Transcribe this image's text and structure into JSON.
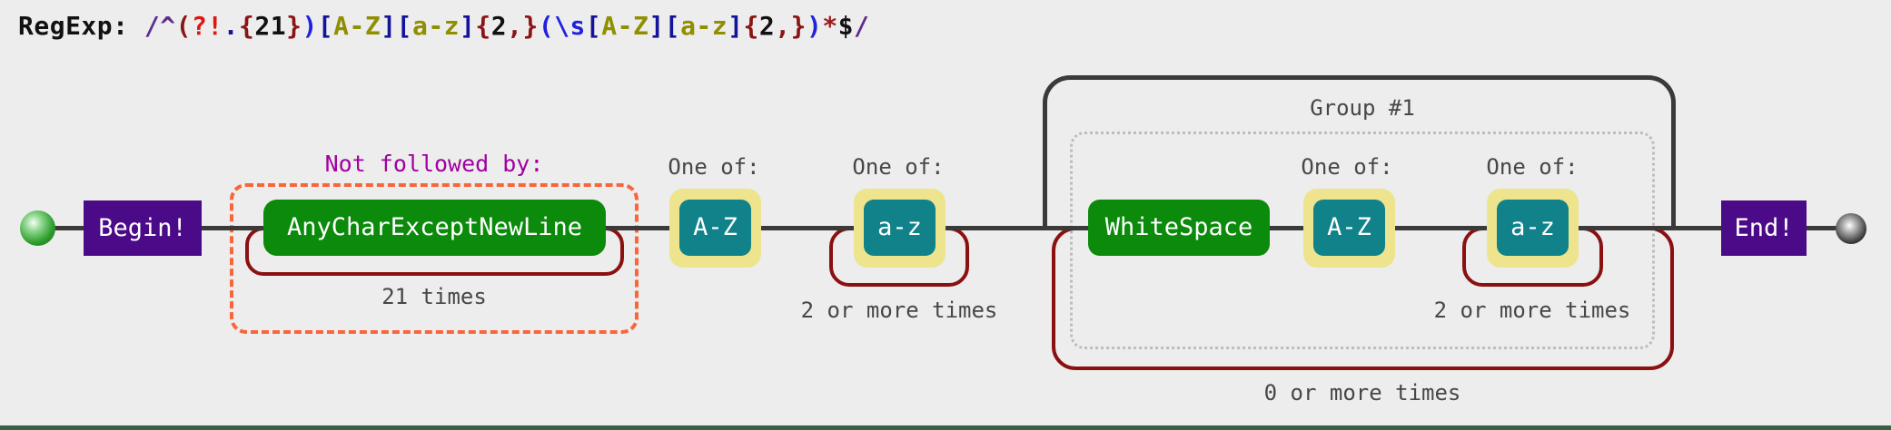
{
  "header": {
    "tokens": [
      {
        "text": "RegExp: ",
        "color": "#111111"
      },
      {
        "text": "/",
        "color": "#5E2D8E"
      },
      {
        "text": "^",
        "color": "#5E2D8E"
      },
      {
        "text": "(",
        "color": "#8B1515"
      },
      {
        "text": "?!",
        "color": "#E01414"
      },
      {
        "text": ".",
        "color": "#14149B"
      },
      {
        "text": "{",
        "color": "#8B1515"
      },
      {
        "text": "21",
        "color": "#111111"
      },
      {
        "text": "}",
        "color": "#8B1515"
      },
      {
        "text": ")",
        "color": "#2222DD"
      },
      {
        "text": "[",
        "color": "#14149B"
      },
      {
        "text": "A-Z",
        "color": "#8F8F00"
      },
      {
        "text": "]",
        "color": "#14149B"
      },
      {
        "text": "[",
        "color": "#14149B"
      },
      {
        "text": "a-z",
        "color": "#8F8F00"
      },
      {
        "text": "]",
        "color": "#14149B"
      },
      {
        "text": "{",
        "color": "#8B1515"
      },
      {
        "text": "2",
        "color": "#111111"
      },
      {
        "text": ",",
        "color": "#8B1515"
      },
      {
        "text": "}",
        "color": "#8B1515"
      },
      {
        "text": "(",
        "color": "#2222DD"
      },
      {
        "text": "\\s",
        "color": "#2222DD"
      },
      {
        "text": "[",
        "color": "#14149B"
      },
      {
        "text": "A-Z",
        "color": "#8F8F00"
      },
      {
        "text": "]",
        "color": "#14149B"
      },
      {
        "text": "[",
        "color": "#14149B"
      },
      {
        "text": "a-z",
        "color": "#8F8F00"
      },
      {
        "text": "]",
        "color": "#14149B"
      },
      {
        "text": "{",
        "color": "#8B1515"
      },
      {
        "text": "2",
        "color": "#111111"
      },
      {
        "text": ",",
        "color": "#8B1515"
      },
      {
        "text": "}",
        "color": "#8B1515"
      },
      {
        "text": ")",
        "color": "#2222DD"
      },
      {
        "text": "*",
        "color": "#9B1B1B"
      },
      {
        "text": "$",
        "color": "#111111"
      },
      {
        "text": "/",
        "color": "#5E2D8E"
      }
    ]
  },
  "diagram": {
    "begin_label": "Begin!",
    "end_label": "End!",
    "negative_lookahead": {
      "title": "Not followed by:",
      "node_label": "AnyCharExceptNewLine",
      "repeat_label": "21 times"
    },
    "char_class_upper": {
      "title": "One of:",
      "node_label": "A-Z"
    },
    "char_class_lower": {
      "title": "One of:",
      "node_label": "a-z",
      "repeat_label": "2 or more times"
    },
    "group": {
      "title": "Group #1",
      "whitespace_label": "WhiteSpace",
      "char_class_upper": {
        "title": "One of:",
        "node_label": "A-Z"
      },
      "char_class_lower": {
        "title": "One of:",
        "node_label": "a-z",
        "repeat_label": "2 or more times"
      },
      "repeat_label": "0 or more times"
    }
  },
  "colors": {
    "background": "#EDEDED",
    "rail_line": "#3A3A3A",
    "anchor_box": "#4B0A87",
    "literal_box": "#0B8A0B",
    "char_class_box": "#11828A",
    "char_class_halo": "#EDE48D",
    "repeat_loop": "#8B1010",
    "lookahead_border": "#F9663A",
    "lookahead_title_text": "#A100A1",
    "group_border": "#BDBDBD",
    "label_text": "#474747",
    "bottom_bar": "#3A5F46"
  }
}
